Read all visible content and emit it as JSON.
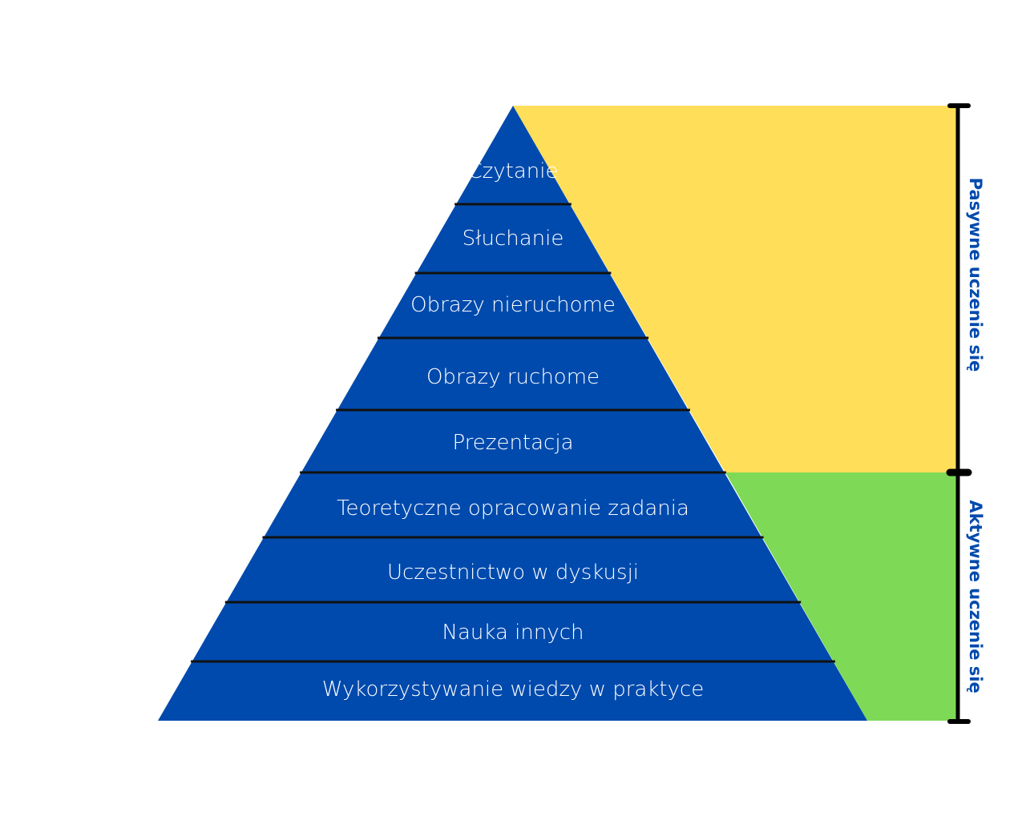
{
  "levels": [
    "Czytanie",
    "Słuchanie",
    "Obrazy nieruchome",
    "Obrazy ruchome",
    "Prezentacja",
    "Teoretyczne opracowanie zadania",
    "Uczestnictwo w dyskusji",
    "Nauka innych",
    "Wykorzystywanie wiedzy w praktyce"
  ],
  "groups": {
    "passive": {
      "label": "Pasywne uczenie się",
      "levels_count": 5
    },
    "active": {
      "label": "Aktywne uczenie się",
      "levels_count": 4
    }
  },
  "colors": {
    "pyramid": "#004aad",
    "passive_fill": "#ffde59",
    "active_fill": "#7ed957",
    "divider": "#111111",
    "bracket": "#000000",
    "side_text": "#004aad",
    "level_text": "#ffffff"
  }
}
